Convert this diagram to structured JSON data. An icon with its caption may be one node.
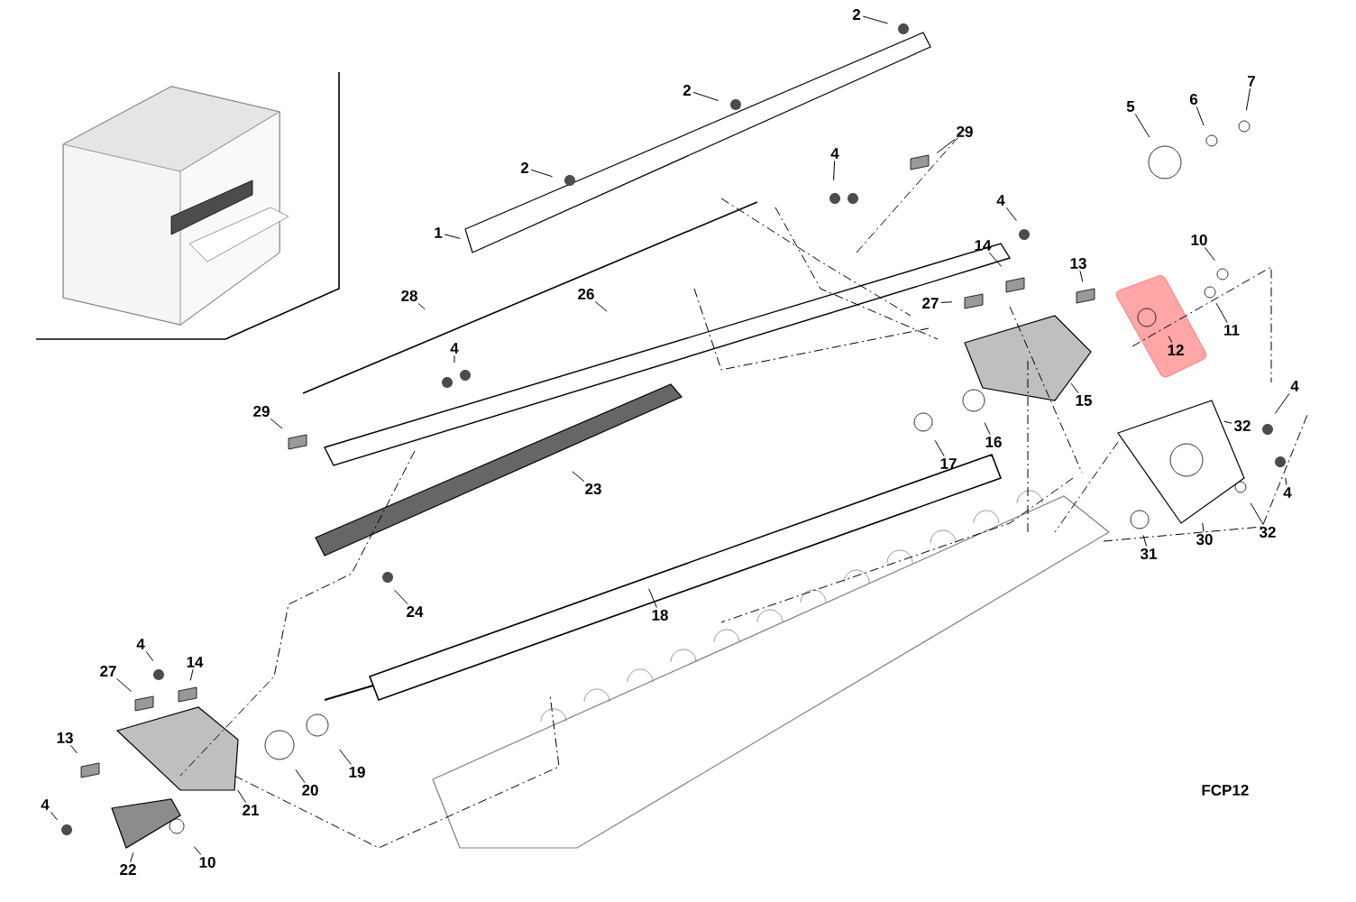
{
  "diagram": {
    "nodes": [
      {
        "text": [
          "2"
        ]
      },
      {
        "text": [
          "2"
        ]
      },
      {
        "text": [
          "2"
        ]
      },
      {
        "text": [
          "1"
        ]
      },
      {
        "text": [
          "29"
        ]
      },
      {
        "text": [
          "4"
        ]
      },
      {
        "text": [
          "7"
        ]
      },
      {
        "text": [
          "6"
        ]
      },
      {
        "text": [
          "5"
        ]
      },
      {
        "text": [
          "4"
        ]
      },
      {
        "text": [
          "10"
        ]
      },
      {
        "text": [
          "14"
        ]
      },
      {
        "text": [
          "13"
        ]
      },
      {
        "text": [
          "28"
        ]
      },
      {
        "text": [
          "26"
        ]
      },
      {
        "text": [
          "27"
        ]
      },
      {
        "text": [
          "11"
        ]
      },
      {
        "text": [
          "12"
        ]
      },
      {
        "text": [
          "4"
        ]
      },
      {
        "text": [
          "15"
        ]
      },
      {
        "text": [
          "29"
        ]
      },
      {
        "text": [
          "4"
        ]
      },
      {
        "text": [
          "32"
        ]
      },
      {
        "text": [
          "16"
        ]
      },
      {
        "text": [
          "17"
        ]
      },
      {
        "text": [
          "23"
        ]
      },
      {
        "text": [
          "4"
        ]
      },
      {
        "text": [
          "32"
        ]
      },
      {
        "text": [
          "30"
        ]
      },
      {
        "text": [
          "31"
        ]
      },
      {
        "text": [
          "24"
        ]
      },
      {
        "text": [
          "18"
        ]
      },
      {
        "text": [
          "4"
        ]
      },
      {
        "text": [
          "14"
        ]
      },
      {
        "text": [
          "27"
        ]
      },
      {
        "text": [
          "13"
        ]
      },
      {
        "text": [
          "19"
        ]
      },
      {
        "text": [
          "20"
        ]
      },
      {
        "text": [
          "21"
        ]
      },
      {
        "text": [
          "4"
        ]
      },
      {
        "text": [
          "10"
        ]
      },
      {
        "text": [
          "22"
        ]
      }
    ],
    "edges": [
      {
        "from": 0,
        "to": null,
        "arrow": "none"
      },
      {
        "from": 1,
        "to": null,
        "arrow": "none"
      },
      {
        "from": 2,
        "to": null,
        "arrow": "none"
      },
      {
        "from": 3,
        "to": null,
        "arrow": "none"
      },
      {
        "from": 4,
        "to": null,
        "arrow": "none"
      },
      {
        "from": 5,
        "to": null,
        "arrow": "none"
      },
      {
        "from": 6,
        "to": null,
        "arrow": "none"
      },
      {
        "from": 7,
        "to": null,
        "arrow": "none"
      },
      {
        "from": 8,
        "to": null,
        "arrow": "none"
      },
      {
        "from": 9,
        "to": null,
        "arrow": "none"
      },
      {
        "from": 10,
        "to": null,
        "arrow": "none"
      },
      {
        "from": 11,
        "to": null,
        "arrow": "none"
      },
      {
        "from": 12,
        "to": null,
        "arrow": "none"
      },
      {
        "from": 13,
        "to": null,
        "arrow": "none"
      },
      {
        "from": 14,
        "to": null,
        "arrow": "none"
      },
      {
        "from": 15,
        "to": null,
        "arrow": "none"
      },
      {
        "from": 16,
        "to": null,
        "arrow": "none"
      },
      {
        "from": 17,
        "to": null,
        "arrow": "none"
      },
      {
        "from": 18,
        "to": null,
        "arrow": "none"
      },
      {
        "from": 19,
        "to": null,
        "arrow": "none"
      },
      {
        "from": 20,
        "to": null,
        "arrow": "none"
      },
      {
        "from": 21,
        "to": null,
        "arrow": "none"
      },
      {
        "from": 22,
        "to": null,
        "arrow": "none"
      },
      {
        "from": 23,
        "to": null,
        "arrow": "none"
      },
      {
        "from": 24,
        "to": null,
        "arrow": "none"
      },
      {
        "from": 25,
        "to": null,
        "arrow": "none"
      },
      {
        "from": 26,
        "to": null,
        "arrow": "none"
      },
      {
        "from": 27,
        "to": null,
        "arrow": "none"
      },
      {
        "from": 28,
        "to": null,
        "arrow": "none"
      },
      {
        "from": 29,
        "to": null,
        "arrow": "none"
      },
      {
        "from": 30,
        "to": null,
        "arrow": "none"
      },
      {
        "from": 31,
        "to": null,
        "arrow": "none"
      },
      {
        "from": 32,
        "to": null,
        "arrow": "none"
      },
      {
        "from": 33,
        "to": null,
        "arrow": "none"
      },
      {
        "from": 34,
        "to": null,
        "arrow": "none"
      },
      {
        "from": 35,
        "to": null,
        "arrow": "none"
      },
      {
        "from": 36,
        "to": null,
        "arrow": "none"
      },
      {
        "from": 37,
        "to": null,
        "arrow": "none"
      },
      {
        "from": 38,
        "to": null,
        "arrow": "none"
      },
      {
        "from": 39,
        "to": null,
        "arrow": "none"
      },
      {
        "from": 40,
        "to": null,
        "arrow": "none"
      },
      {
        "from": 41,
        "to": null,
        "arrow": "none"
      }
    ],
    "labels": [
      "FCP12"
    ]
  }
}
